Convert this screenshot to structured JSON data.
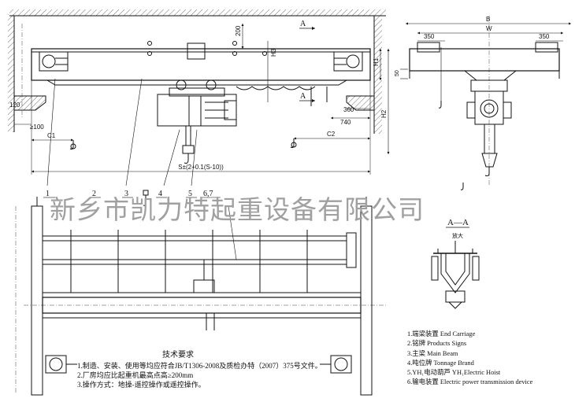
{
  "dimensions": {
    "span": "S±(2+0.1(S-10))",
    "hook_approach_left": "C1",
    "hook_approach_right": "C2",
    "h1": "H1",
    "h2": "H2",
    "h3": "H3",
    "d_200": "200",
    "d_120": "120",
    "d_100": "≥100",
    "d_360": "360",
    "d_740": "740",
    "d_50": "50",
    "d_b": "B",
    "d_w": "W",
    "d_350_left": "350",
    "d_350_right": "350"
  },
  "section_marks": {
    "a_top": "A",
    "a_lower": "A",
    "section_title": "A—A",
    "enlarge": "放大"
  },
  "callouts": [
    "1",
    "2",
    "3",
    "4",
    "5",
    "6,7"
  ],
  "watermark": "新乡市凯力特起重设备有限公司",
  "notes": {
    "title": "技术要求",
    "items": [
      "1.制造、安装、使用等均应符合JB/T1306-2008及质检办特（2007）375号文件。",
      "2.厂房均应比起重机最高点高≥200mm",
      "3.操作方式：地操-遥控操作或遥控操作。"
    ]
  },
  "legend": [
    "1.端梁装置 End Carriage",
    "2.铭牌 Products Signs",
    "3.主梁 Main Beam",
    "4.吨位牌 Tonnage Brand",
    "5.YH₁电动葫芦 YH₁Electric Hoist",
    "6.输电装置 Electric power transmission device"
  ],
  "colors": {
    "line": "#111111",
    "watermark": "#a0a0a0",
    "background": "#ffffff"
  }
}
